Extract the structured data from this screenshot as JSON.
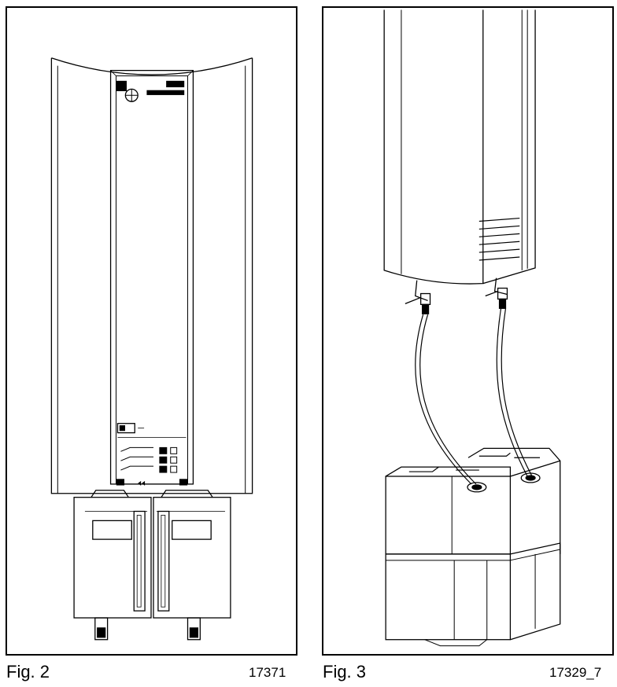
{
  "figures": [
    {
      "caption": "Fig. 2",
      "code": "17371"
    },
    {
      "caption": "Fig. 3",
      "code": "17329_7"
    }
  ]
}
